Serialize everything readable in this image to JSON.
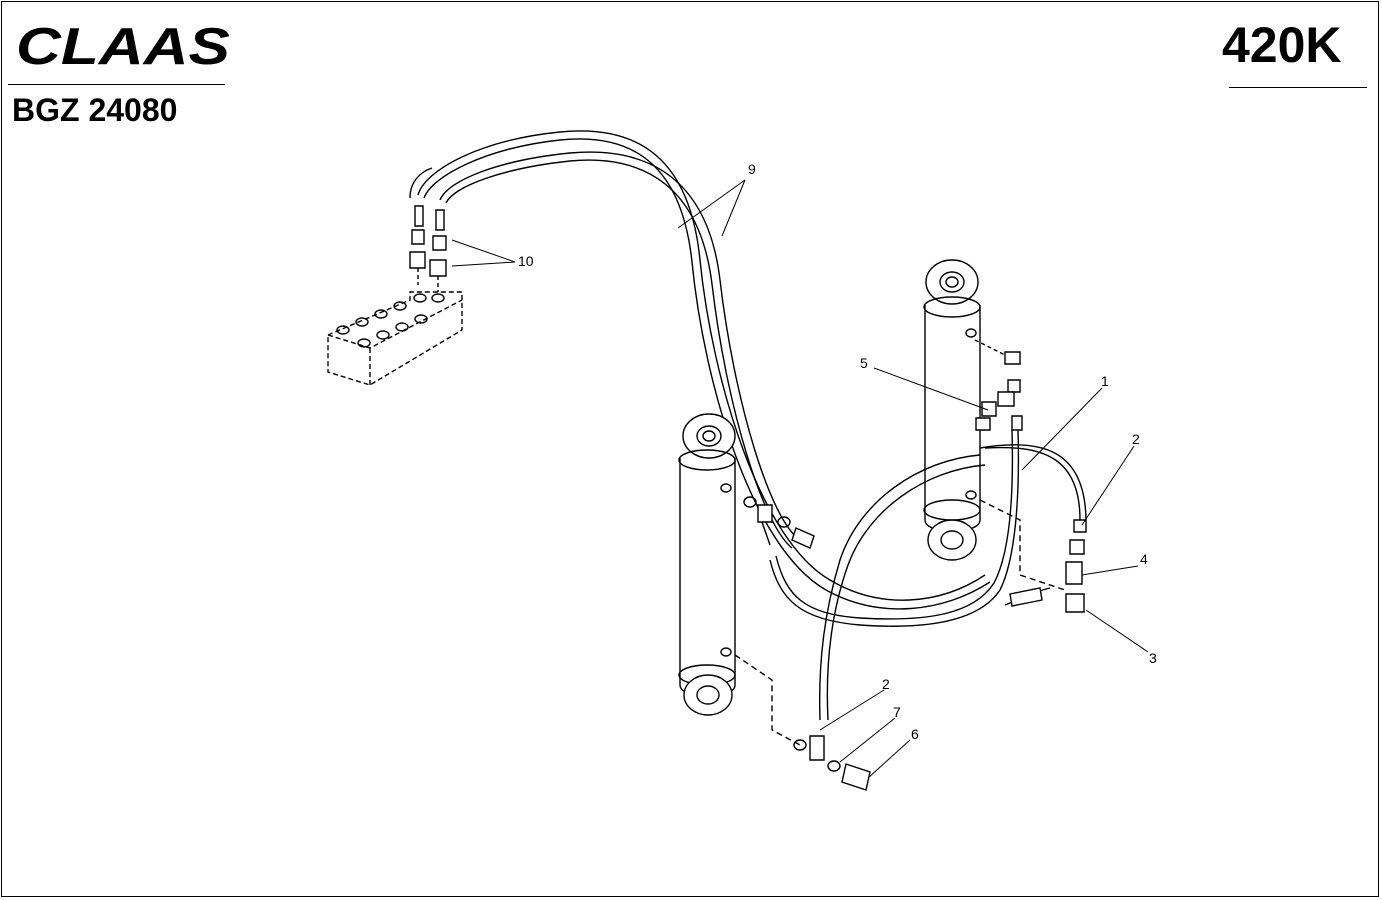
{
  "header": {
    "brand": "CLAAS",
    "model_code": "420K",
    "drawing_number": "BGZ 24080"
  },
  "diagram": {
    "callouts": [
      {
        "id": "c9",
        "label": "9"
      },
      {
        "id": "c10",
        "label": "10"
      },
      {
        "id": "c5",
        "label": "5"
      },
      {
        "id": "c1",
        "label": "1"
      },
      {
        "id": "c2a",
        "label": "2"
      },
      {
        "id": "c4",
        "label": "4"
      },
      {
        "id": "c3",
        "label": "3"
      },
      {
        "id": "c2b",
        "label": "2"
      },
      {
        "id": "c7",
        "label": "7"
      },
      {
        "id": "c6",
        "label": "6"
      }
    ]
  }
}
